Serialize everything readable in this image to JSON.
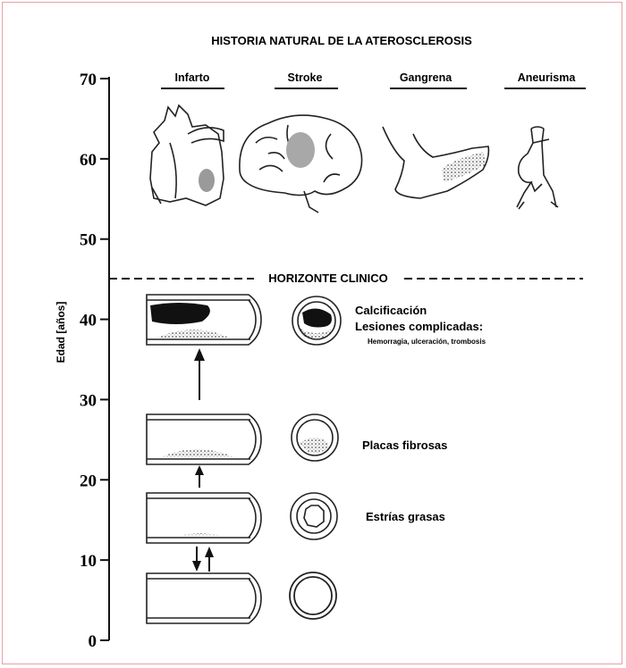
{
  "title": "HISTORIA NATURAL DE LA ATEROSCLEROSIS",
  "outcomes": [
    {
      "label": "Infarto",
      "icon": "heart-icon"
    },
    {
      "label": "Stroke",
      "icon": "brain-icon"
    },
    {
      "label": "Gangrena",
      "icon": "foot-icon"
    },
    {
      "label": "Aneurisma",
      "icon": "aorta-icon"
    }
  ],
  "axis": {
    "label": "Edad [años]",
    "ticks": [
      70,
      60,
      50,
      40,
      30,
      20,
      10,
      0
    ],
    "range": [
      0,
      70
    ]
  },
  "horizon": {
    "label": "HORIZONTE CLINICO",
    "age": 45
  },
  "stages": {
    "calcification": {
      "title": "Calcificación",
      "subtitle": "Lesiones complicadas:",
      "detail": "Hemorragia, ulceración, trombosis",
      "age": 40
    },
    "fibrous": {
      "title": "Placas fibrosas",
      "age": 25
    },
    "fatty": {
      "title": "Estrías grasas",
      "age": 15
    },
    "normal": {
      "age": 5
    }
  },
  "colors": {
    "line": "#111111",
    "frame": "#e8a0a8",
    "shade": "#a0a0a0"
  }
}
